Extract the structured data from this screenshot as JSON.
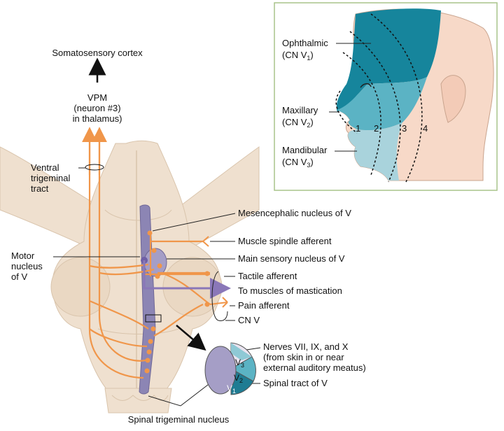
{
  "colors": {
    "axon": "#f0964a",
    "motor": "#8a77b8",
    "nucleus_column": "#8c85b4",
    "brainstem": "#efe0cf",
    "brainstem_shadow": "#d9c4ac",
    "ophthalmic": "#16859c",
    "maxillary": "#5bb3c4",
    "mandibular": "#a9d3dc",
    "skin": "#f7d9c8",
    "inset_border": "#a9c48a"
  },
  "labels": {
    "somatosensory": "Somatosensory cortex",
    "vpm_line1": "VPM",
    "vpm_line2": "(neuron #3)",
    "vpm_line3": "in thalamus)",
    "ventral_1": "Ventral",
    "ventral_2": "trigeminal",
    "ventral_3": "tract",
    "motor_1": "Motor",
    "motor_2": "nucleus",
    "motor_3": "of V",
    "mesencephalic": "Mesencephalic nucleus of V",
    "muscle_spindle": "Muscle spindle afferent",
    "main_sensory": "Main sensory nucleus of V",
    "tactile": "Tactile afferent",
    "to_muscles": "To muscles of mastication",
    "pain": "Pain afferent",
    "cn_v": "CN V",
    "nerves_1": "Nerves VII, IX, and X",
    "nerves_2": "(from skin in or near",
    "nerves_3": "external auditory meatus)",
    "spinal_tract": "Spinal tract of V",
    "spinal_nucleus": "Spinal trigeminal nucleus",
    "ophthalmic": "Ophthalmic",
    "ophthalmic_cn": "(CN V",
    "ophthalmic_sub": "1",
    "maxillary": "Maxillary",
    "maxillary_cn": "(CN V",
    "maxillary_sub": "2",
    "mandibular": "Mandibular",
    "mandibular_cn": "(CN V",
    "mandibular_sub": "3",
    "close_paren": ")",
    "zone_1": "1",
    "zone_2": "2",
    "zone_3": "3",
    "zone_4": "4",
    "sector_v1": "V",
    "sector_v1_sub": "1",
    "sector_v2": "V",
    "sector_v2_sub": "2",
    "sector_v3": "V",
    "sector_v3_sub": "3"
  }
}
